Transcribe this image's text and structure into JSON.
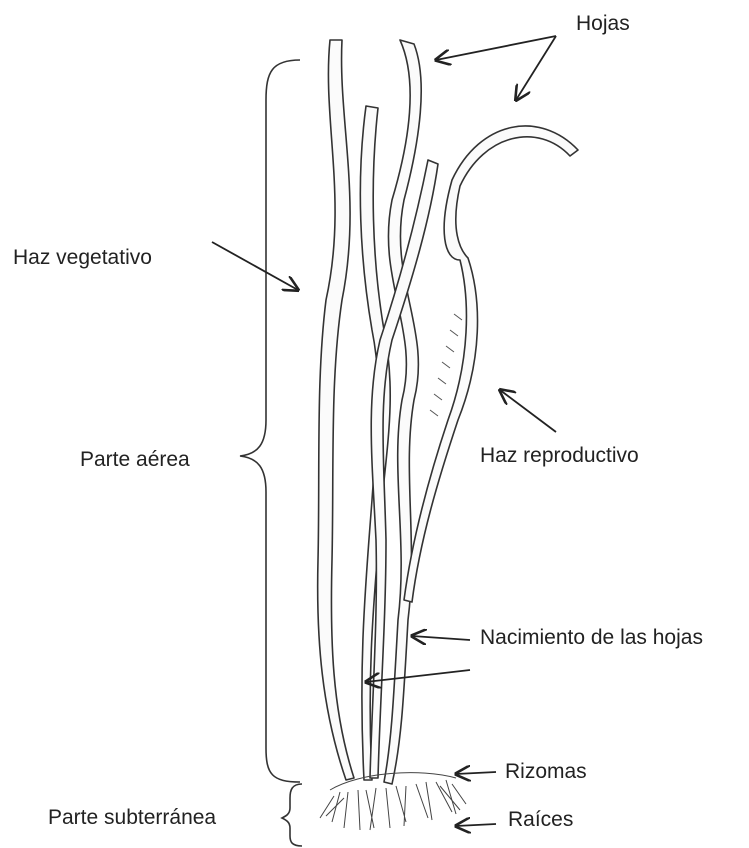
{
  "labels": {
    "hojas": "Hojas",
    "haz_vegetativo": "Haz vegetativo",
    "parte_aerea": "Parte aérea",
    "haz_reproductivo": "Haz reproductivo",
    "nacimiento_hojas": "Nacimiento de las hojas",
    "rizomas": "Rizomas",
    "parte_subterranea": "Parte subterránea",
    "raices": "Raíces"
  },
  "colors": {
    "ink": "#222222",
    "background": "#ffffff"
  }
}
